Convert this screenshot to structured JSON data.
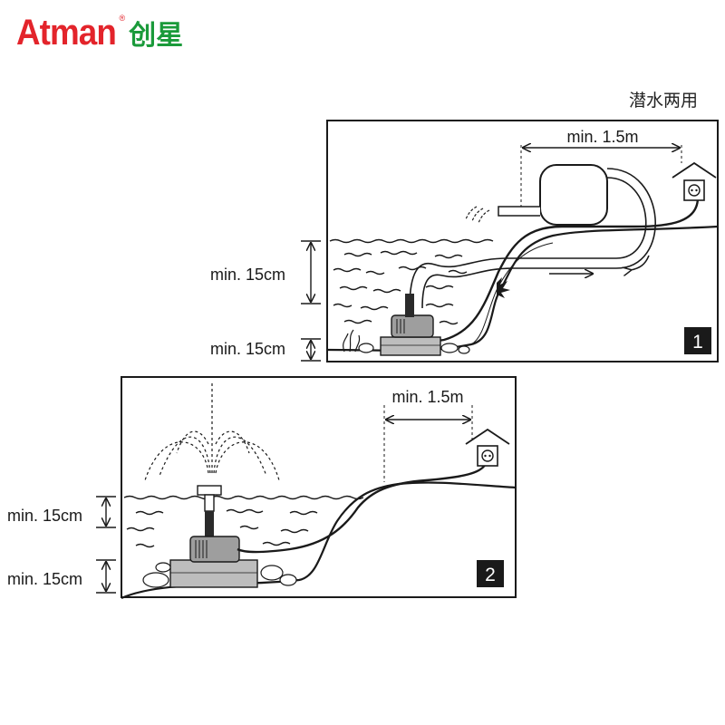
{
  "brand": {
    "latin": "Atman",
    "registered": "®",
    "cjk": "创星"
  },
  "caption": "潜水两用",
  "panel1": {
    "distance": "min. 1.5m",
    "depth_top": "min. 15cm",
    "depth_bottom": "min. 15cm",
    "number": "1"
  },
  "panel2": {
    "distance": "min. 1.5m",
    "depth_top": "min. 15cm",
    "depth_bottom": "min. 15cm",
    "number": "2"
  }
}
